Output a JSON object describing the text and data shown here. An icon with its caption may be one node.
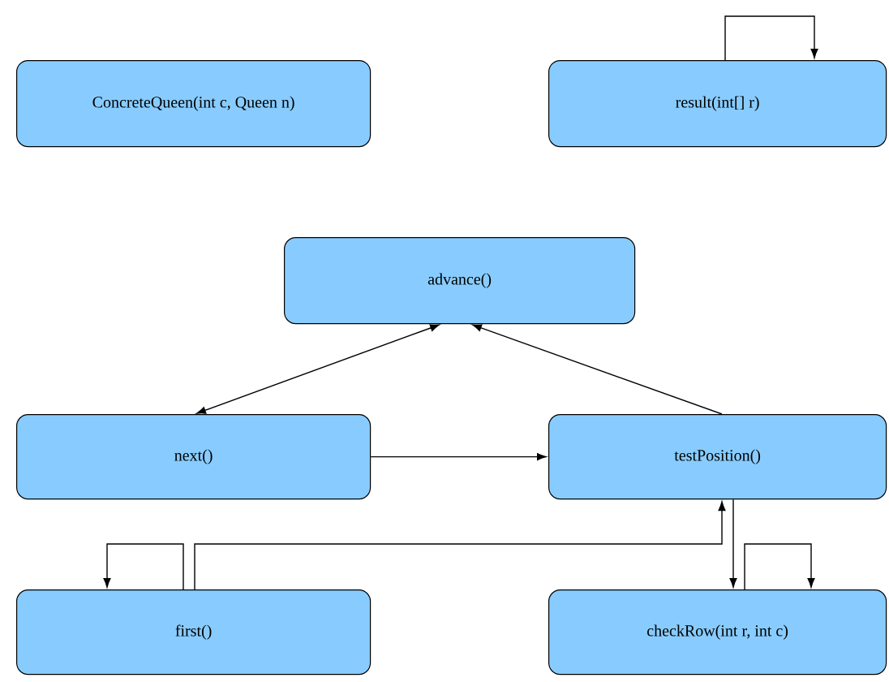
{
  "diagram": {
    "nodes": [
      {
        "text": [
          "ConcreteQueen(int c, Queen n)"
        ]
      },
      {
        "text": [
          "result(int[] r)"
        ]
      },
      {
        "text": [
          "advance()"
        ]
      },
      {
        "text": [
          "next()"
        ]
      },
      {
        "text": [
          "testPosition()"
        ]
      },
      {
        "text": [
          "first()"
        ]
      },
      {
        "text": [
          "checkRow(int r, int c)"
        ]
      }
    ],
    "edges": [
      {
        "from": 1,
        "to": 1,
        "arrow": "to"
      },
      {
        "from": 3,
        "to": 2,
        "arrow": "both"
      },
      {
        "from": 4,
        "to": 2,
        "arrow": "to"
      },
      {
        "from": 3,
        "to": 4,
        "arrow": "to"
      },
      {
        "from": 5,
        "to": 5,
        "arrow": "to"
      },
      {
        "from": 5,
        "to": 4,
        "arrow": "to"
      },
      {
        "from": 4,
        "to": 6,
        "arrow": "to"
      },
      {
        "from": 6,
        "to": 6,
        "arrow": "to"
      }
    ]
  }
}
